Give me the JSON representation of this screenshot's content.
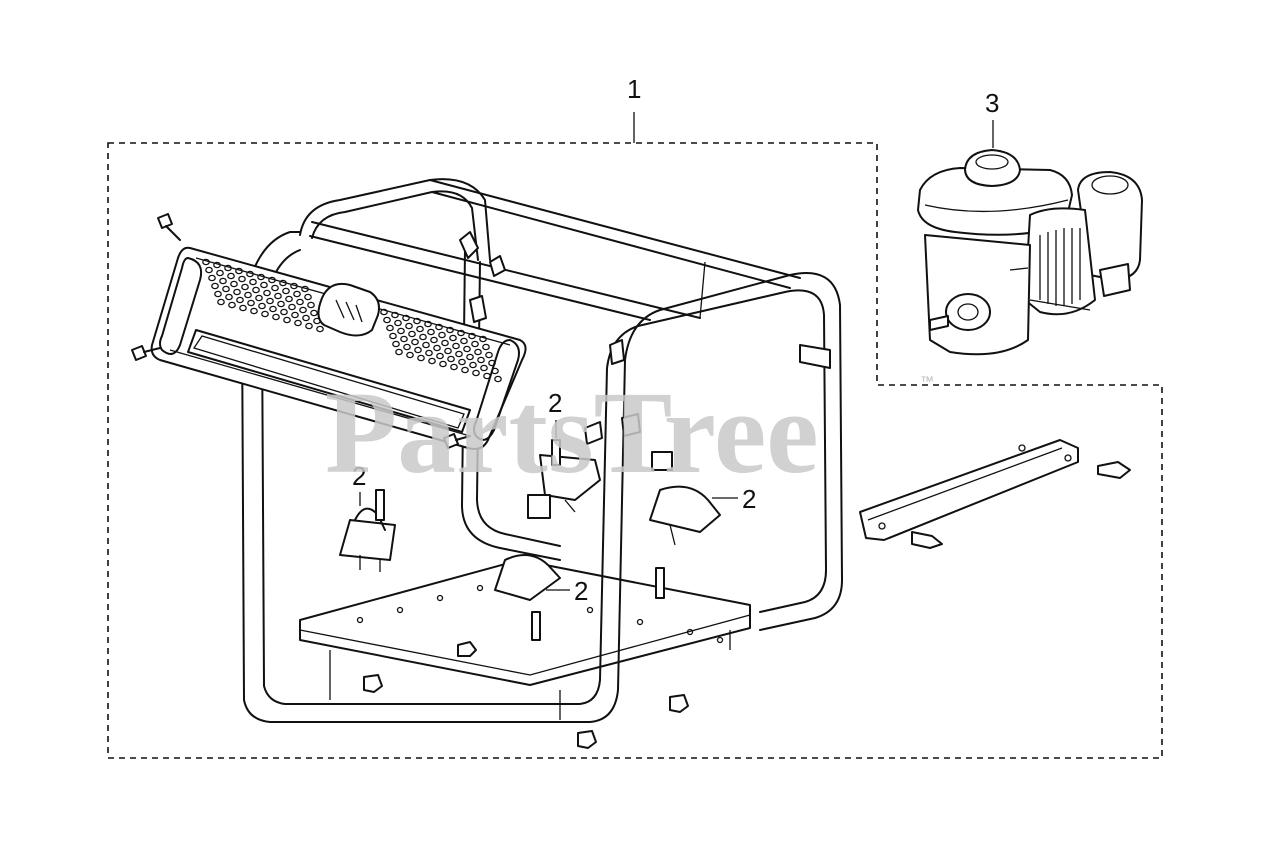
{
  "watermark": {
    "text": "PartsTree",
    "trademark": "™"
  },
  "callouts": [
    {
      "id": "frame-assembly",
      "label": "1"
    },
    {
      "id": "mount-front-left",
      "label": "2"
    },
    {
      "id": "mount-rear-left",
      "label": "2"
    },
    {
      "id": "mount-rear-right",
      "label": "2"
    },
    {
      "id": "mount-front-right",
      "label": "2"
    },
    {
      "id": "engine",
      "label": "3"
    }
  ],
  "colors": {
    "line": "#111111",
    "background": "#ffffff",
    "watermark": "#c9c9c9"
  }
}
